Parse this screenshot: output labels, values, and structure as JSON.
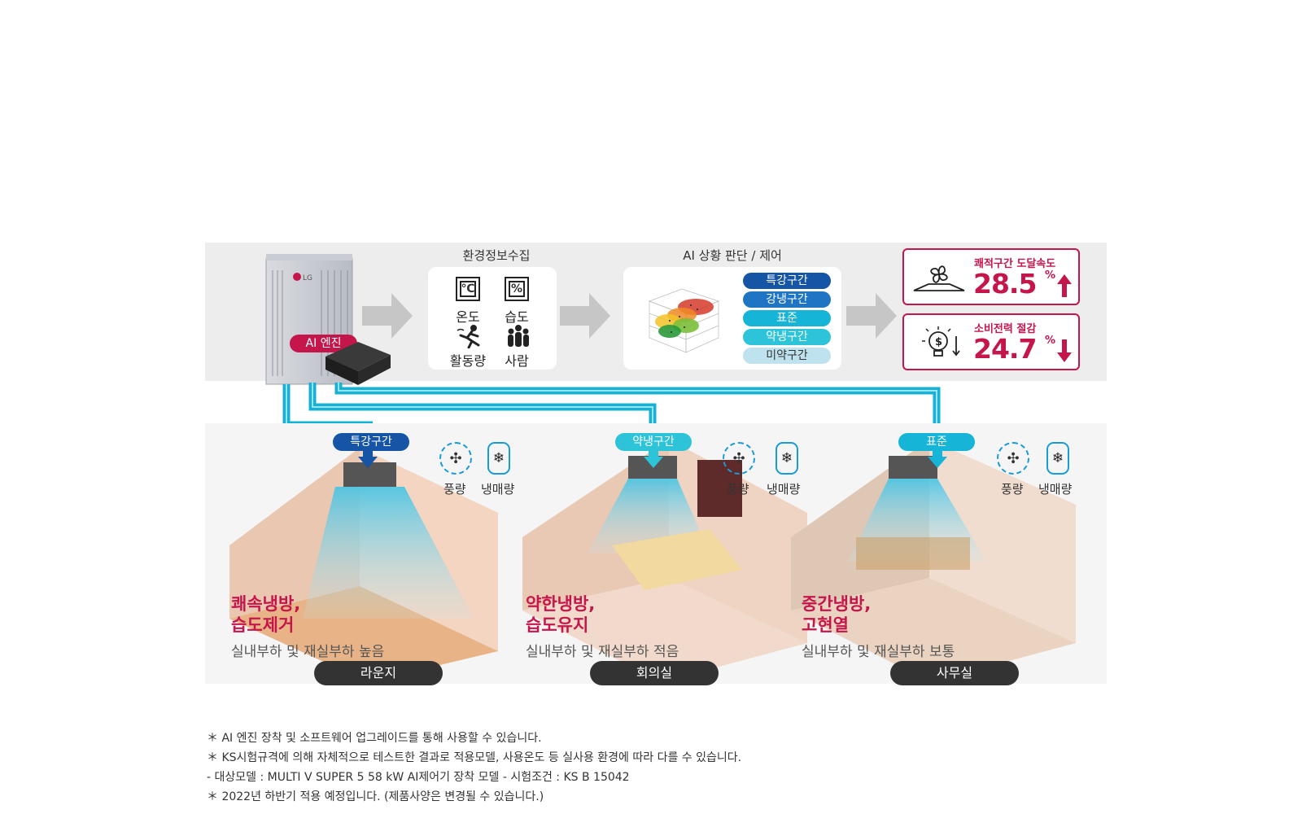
{
  "colors": {
    "accent_red": "#c4164a",
    "pipe_cyan": "#14b2d6",
    "zone_dark_blue": "#1655a6"
  },
  "ai_engine_label": "AI 엔진",
  "env_section": {
    "title": "환경정보수집",
    "items": [
      {
        "icon": "thermometer-celsius-icon",
        "symbol": "℃",
        "label": "온도"
      },
      {
        "icon": "percent-icon",
        "symbol": "%",
        "label": "습도"
      },
      {
        "icon": "running-person-icon",
        "label": "활동량"
      },
      {
        "icon": "people-icon",
        "label": "사람"
      }
    ]
  },
  "ai_section": {
    "title": "AI 상황 판단 / 제어",
    "zones": [
      {
        "label": "특강구간",
        "color": "#1655a6"
      },
      {
        "label": "강냉구간",
        "color": "#1f75c4"
      },
      {
        "label": "표준",
        "color": "#16b4d6"
      },
      {
        "label": "약냉구간",
        "color": "#2dc3d8"
      },
      {
        "label": "미약구간",
        "color": "#bfe3ee"
      }
    ]
  },
  "results": [
    {
      "icon": "fan-comfort-icon",
      "label": "쾌적구간 도달속도",
      "value": "28.5",
      "unit": "%",
      "direction": "up"
    },
    {
      "icon": "lightbulb-dollar-icon",
      "label": "소비전력 절감",
      "value": "24.7",
      "unit": "%",
      "direction": "down"
    }
  ],
  "icon_captions": {
    "airflow": "풍량",
    "refrigerant": "냉매량"
  },
  "rooms": [
    {
      "zone": "특강구간",
      "zone_color": "#1655a6",
      "head1": "쾌속냉방,",
      "head2": "습도제거",
      "sub": "실내부하 및 재실부하 높음",
      "name": "라운지"
    },
    {
      "zone": "약냉구간",
      "zone_color": "#2dc3d8",
      "head1": "약한냉방,",
      "head2": "습도유지",
      "sub": "실내부하 및 재실부하 적음",
      "name": "회의실"
    },
    {
      "zone": "표준",
      "zone_color": "#16b4d6",
      "head1": "중간냉방,",
      "head2": "고현열",
      "sub": "실내부하 및 재실부하 보통",
      "name": "사무실"
    }
  ],
  "footnotes": [
    "＊ AI 엔진 장착 및 소프트웨어 업그레이드를 통해 사용할 수 있습니다.",
    "＊ KS시험규격에 의해 자체적으로 테스트한 결과로 적용모델, 사용온도 등 실사용 환경에 따라 다를 수 있습니다.",
    "- 대상모델 : MULTI V SUPER 5 58 kW AI제어기 장착 모델 - 시험조건 : KS B 15042",
    "＊ 2022년 하반기 적용 예정입니다. (제품사양은 변경될 수 있습니다.)"
  ]
}
